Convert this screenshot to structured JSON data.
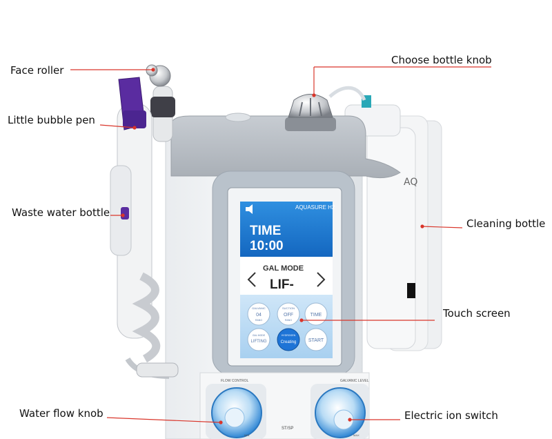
{
  "callouts": {
    "face_roller": "Face roller",
    "little_bubble_pen": "Little bubble pen",
    "waste_water_bottle": "Waste water bottle",
    "water_flow_knob": "Water flow knob",
    "choose_bottle_knob": "Choose bottle knob",
    "cleaning_bottle": "Cleaning bottle",
    "touch_screen": "Touch screen",
    "electric_ion_switch": "Electric ion switch"
  },
  "screen": {
    "brand": "AQUASURE H2",
    "time_label": "TIME",
    "time_value": "10:00",
    "mode_label": "GAL MODE",
    "mode_value": "LIF-",
    "buttons": [
      {
        "top": "GALVANIC",
        "mid": "04",
        "bot": "RANG"
      },
      {
        "top": "SUCTION",
        "mid": "OFF",
        "bot": "RANG"
      },
      {
        "top": "",
        "mid": "TIME",
        "bot": ""
      },
      {
        "top": "GAL MODE",
        "mid": "LIFTING",
        "bot": ""
      },
      {
        "top": "HYDROGEN",
        "mid": "Creating",
        "bot": ""
      },
      {
        "top": "",
        "mid": "START",
        "bot": ""
      }
    ]
  },
  "panel": {
    "flow_control": "FLOW CONTROL",
    "galvanic_level": "GALVANIC LEVEL",
    "st_sp": "ST/SP",
    "min": "MIN",
    "max": "MAX"
  },
  "colors": {
    "leader_line": "#d9352a",
    "screen_blue": "#1e88e5",
    "pen_purple": "#5a2ca0",
    "knob_blue": "#4aa6e8"
  }
}
